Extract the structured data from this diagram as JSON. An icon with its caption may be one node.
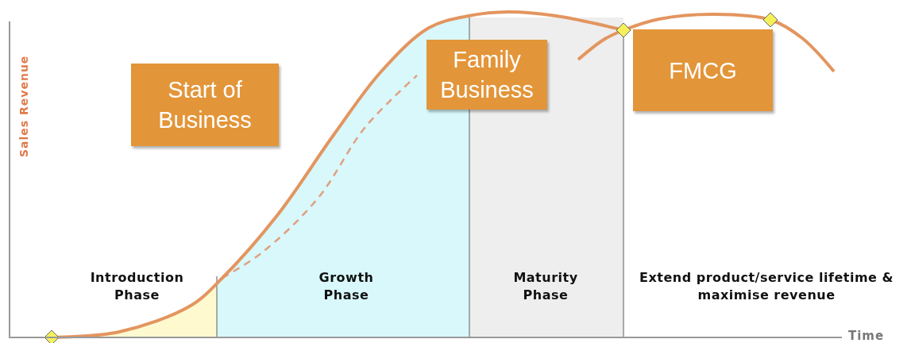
{
  "diagram": {
    "nodes": [
      {
        "text": [
          "Start of Business"
        ]
      },
      {
        "text": [
          "Family Business"
        ]
      },
      {
        "text": [
          "FMCG"
        ]
      },
      {
        "text": [
          "Introduction Phase"
        ]
      },
      {
        "text": [
          "Growth Phase"
        ]
      },
      {
        "text": [
          "Maturity Phase"
        ]
      },
      {
        "text": [
          "Extend product/service lifetime & maximise revenue"
        ]
      }
    ],
    "labels": [
      "Sales Revenue",
      "Time"
    ]
  }
}
